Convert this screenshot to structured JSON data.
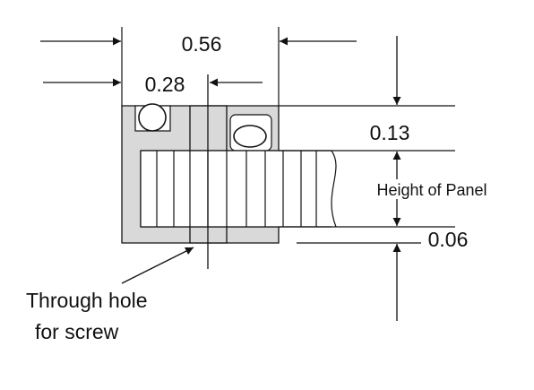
{
  "diagram": {
    "dimensions": {
      "overall_width": "0.56",
      "half_width": "0.28",
      "top_offset": "0.13",
      "bottom_offset": "0.06"
    },
    "labels": {
      "panel": "Height of Panel",
      "hole_line1": "Through hole",
      "hole_line2": "for screw"
    },
    "colors": {
      "bracket_fill": "#d9d9d9",
      "line": "#111111",
      "background": "#ffffff"
    }
  }
}
